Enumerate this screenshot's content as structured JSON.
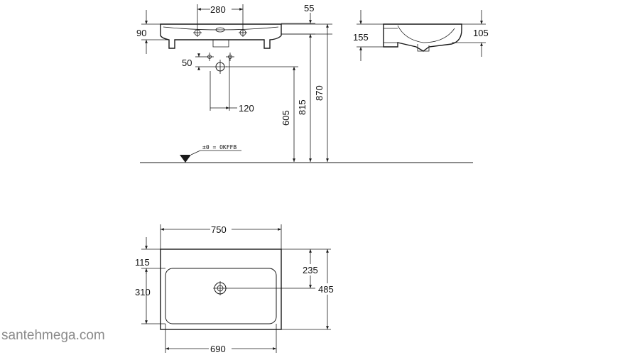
{
  "front_view": {
    "dim_280": "280",
    "dim_55": "55",
    "dim_90": "90",
    "dim_50": "50",
    "dim_120": "120",
    "dim_605": "605",
    "dim_815": "815",
    "dim_870": "870",
    "floor_label": "±0 = OKFFB"
  },
  "side_view": {
    "dim_155": "155",
    "dim_105": "105"
  },
  "top_view": {
    "dim_750": "750",
    "dim_115": "115",
    "dim_235": "235",
    "dim_310": "310",
    "dim_485": "485",
    "dim_690": "690"
  },
  "watermark": "santehmega.com"
}
